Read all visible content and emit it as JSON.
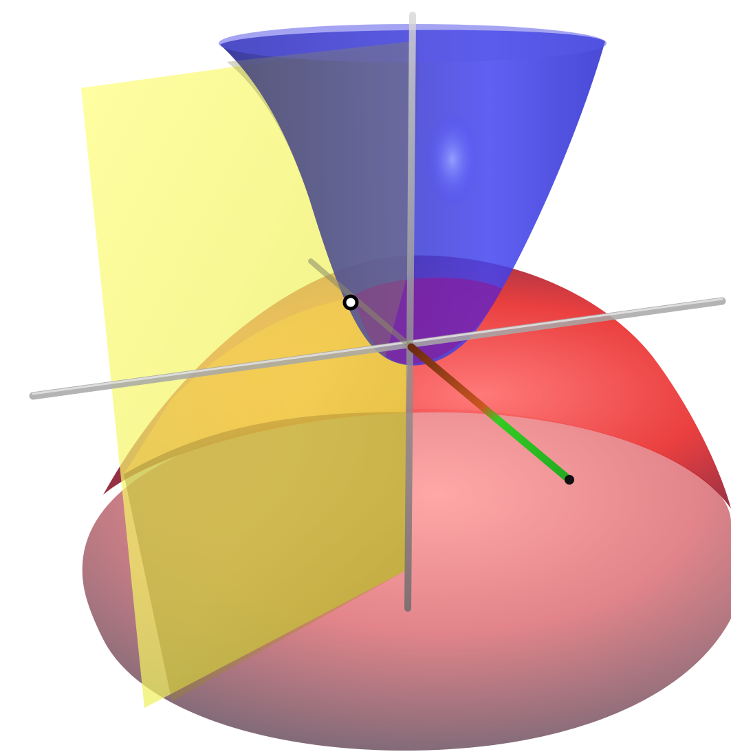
{
  "diagram": {
    "kind": "3d-surfaces",
    "surfaces": [
      {
        "name": "paraboloid-opening-up",
        "color": "#2222ee"
      },
      {
        "name": "paraboloid-opening-down",
        "color": "#ee2222"
      },
      {
        "name": "plane",
        "color": "#eeee33"
      }
    ],
    "axes": [
      "x",
      "y",
      "z"
    ],
    "vector": {
      "color": "#22cc22"
    },
    "point": {
      "color": "#000000"
    }
  }
}
